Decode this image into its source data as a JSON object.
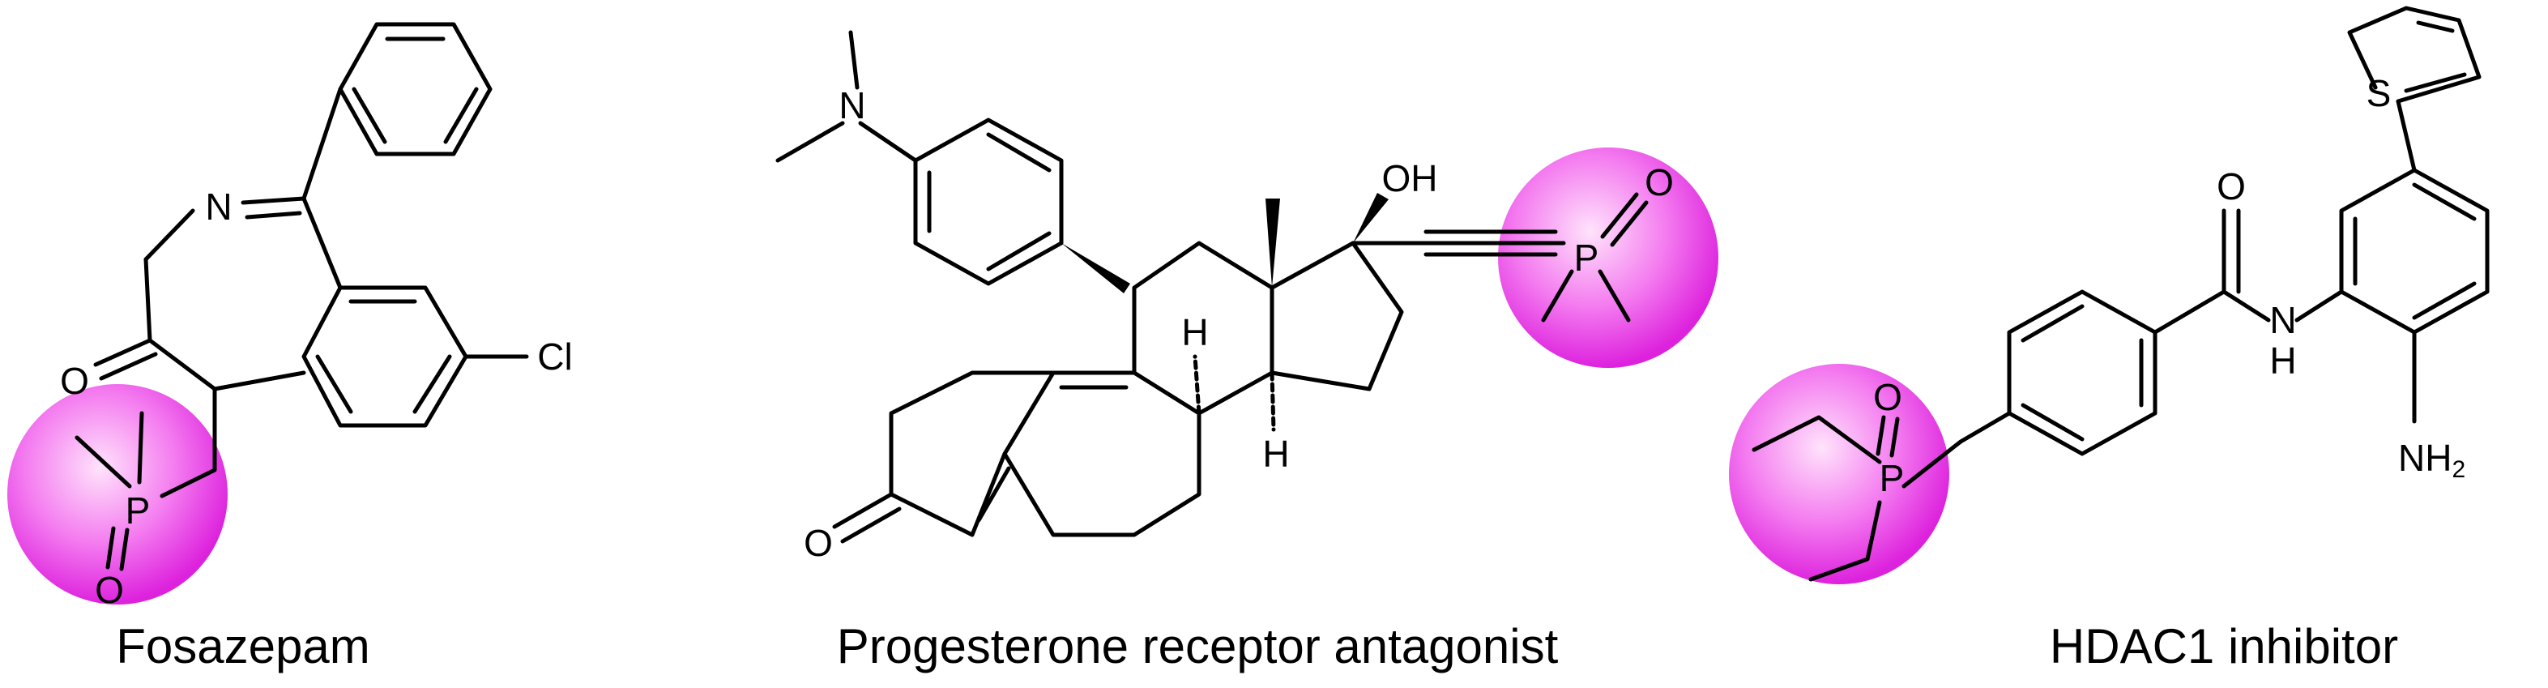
{
  "highlight_color": "#ee44ee",
  "highlight_light": "#ffe3fb",
  "molecules": [
    {
      "caption": "Fosazepam",
      "labels": {
        "n": "N",
        "o_keto": "O",
        "p": "P",
        "o_po": "O",
        "cl": "Cl"
      }
    },
    {
      "caption": "Progesterone receptor antagonist",
      "labels": {
        "n": "N",
        "o_keto": "O",
        "oh": "OH",
        "h1": "H",
        "h2": "H",
        "p": "P",
        "o_po": "O"
      }
    },
    {
      "caption": "HDAC1 inhibitor",
      "labels": {
        "s": "S",
        "o_amide": "O",
        "nh": "N",
        "nh_h": "H",
        "nh2": "NH",
        "nh2_sub": "2",
        "p": "P",
        "o_po": "O"
      }
    }
  ]
}
